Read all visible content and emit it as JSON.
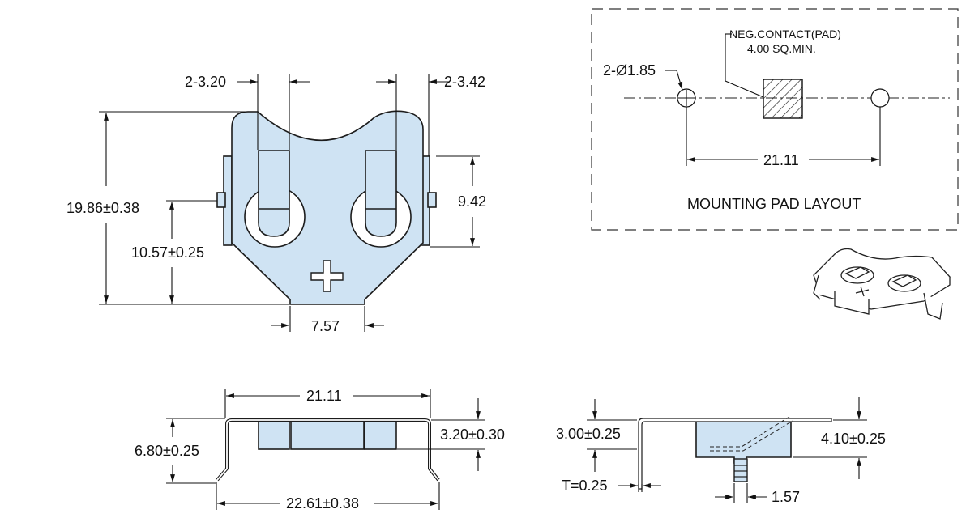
{
  "top_view": {
    "width_dim": "2-3.20",
    "width_dim_right": "2-3.42",
    "height_total": "19.86±0.38",
    "height_lower": "10.57±0.25",
    "slot_height": "9.42",
    "tab_width": "7.57"
  },
  "pad_layout": {
    "hole_dim": "2-Ø1.85",
    "contact_line1": "NEG.CONTACT(PAD)",
    "contact_line2": "4.00 SQ.MIN.",
    "spacing": "21.11",
    "caption": "MOUNTING PAD LAYOUT"
  },
  "front_view": {
    "top_width": "21.11",
    "bottom_width": "22.61±0.38",
    "height": "6.80±0.25",
    "tab_height": "3.20±0.30"
  },
  "side_view": {
    "height": "3.00±0.25",
    "thickness": "T=0.25",
    "body_height": "4.10±0.25",
    "pin_width": "1.57"
  },
  "colors": {
    "part_fill": "#cfe3f3",
    "line": "#111111"
  }
}
